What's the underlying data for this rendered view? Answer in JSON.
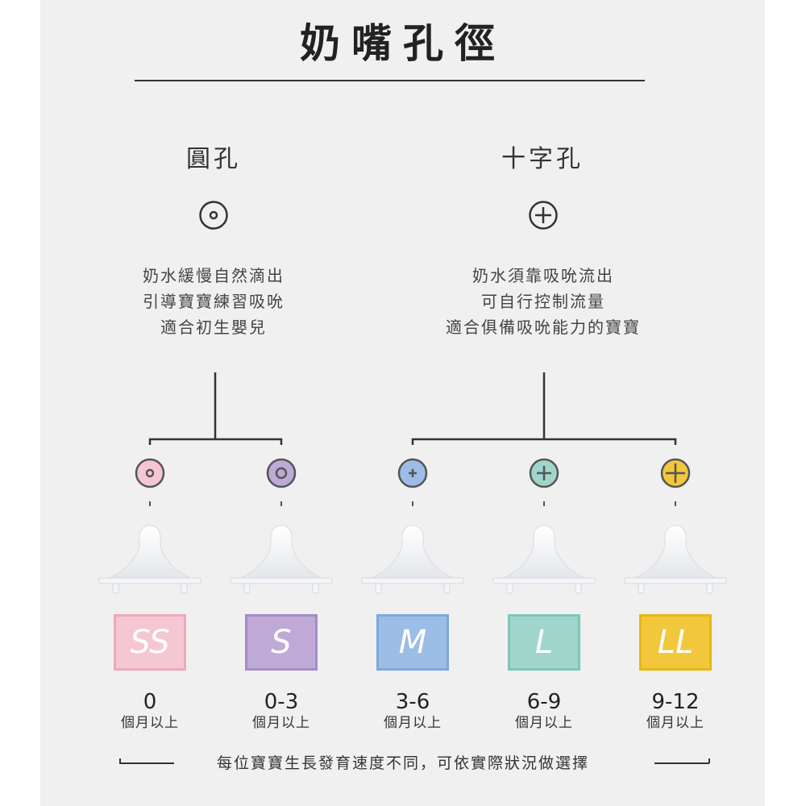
{
  "title": "奶嘴孔徑",
  "round_hole": {
    "title": "圓孔",
    "icon": "circle-dot-icon",
    "lines": [
      "奶水緩慢自然滴出",
      "引導寶寶練習吸吮",
      "適合初生嬰兒"
    ]
  },
  "cross_hole": {
    "title": "十字孔",
    "icon": "circle-plus-icon",
    "lines": [
      "奶水須靠吸吮流出",
      "可自行控制流量",
      "適合俱備吸吮能力的寶寶"
    ]
  },
  "sizes": [
    {
      "label": "SS",
      "age": "0",
      "months": "個月以上",
      "hole": "round",
      "color": "#f4c7d3",
      "border": "#f0a7bb"
    },
    {
      "label": "S",
      "age": "0-3",
      "months": "個月以上",
      "hole": "round",
      "color": "#bfa9d6",
      "border": "#a58cc7"
    },
    {
      "label": "M",
      "age": "3-6",
      "months": "個月以上",
      "hole": "cross",
      "color": "#9cbde6",
      "border": "#7ea7dd"
    },
    {
      "label": "L",
      "age": "6-9",
      "months": "個月以上",
      "hole": "cross",
      "color": "#9fd6cc",
      "border": "#7fc5b8"
    },
    {
      "label": "LL",
      "age": "9-12",
      "months": "個月以上",
      "hole": "cross",
      "color": "#f2c73b",
      "border": "#e9b714"
    }
  ],
  "footer": "每位寶寶生長發育速度不同，可依實際狀況做選擇"
}
